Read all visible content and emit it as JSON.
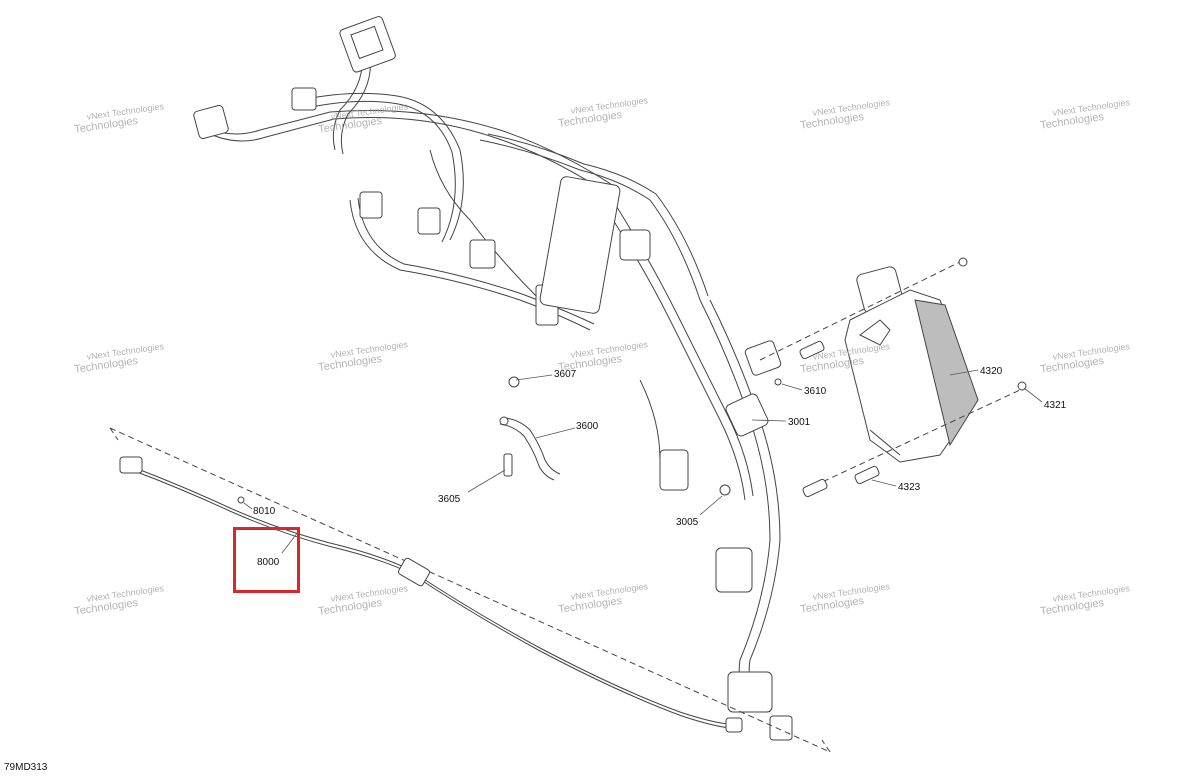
{
  "figure": {
    "id": "79MD313"
  },
  "watermark": {
    "line1": "vNext Technologies",
    "line2": "Technologies"
  },
  "highlight": {
    "color": "#d9262b",
    "part": "8000"
  },
  "parts": {
    "p3607": "3607",
    "p3600": "3600",
    "p3605": "3605",
    "p3610": "3610",
    "p3001": "3001",
    "p3005": "3005",
    "p4320": "4320",
    "p4321": "4321",
    "p4323": "4323",
    "p8010": "8010",
    "p8000": "8000"
  }
}
